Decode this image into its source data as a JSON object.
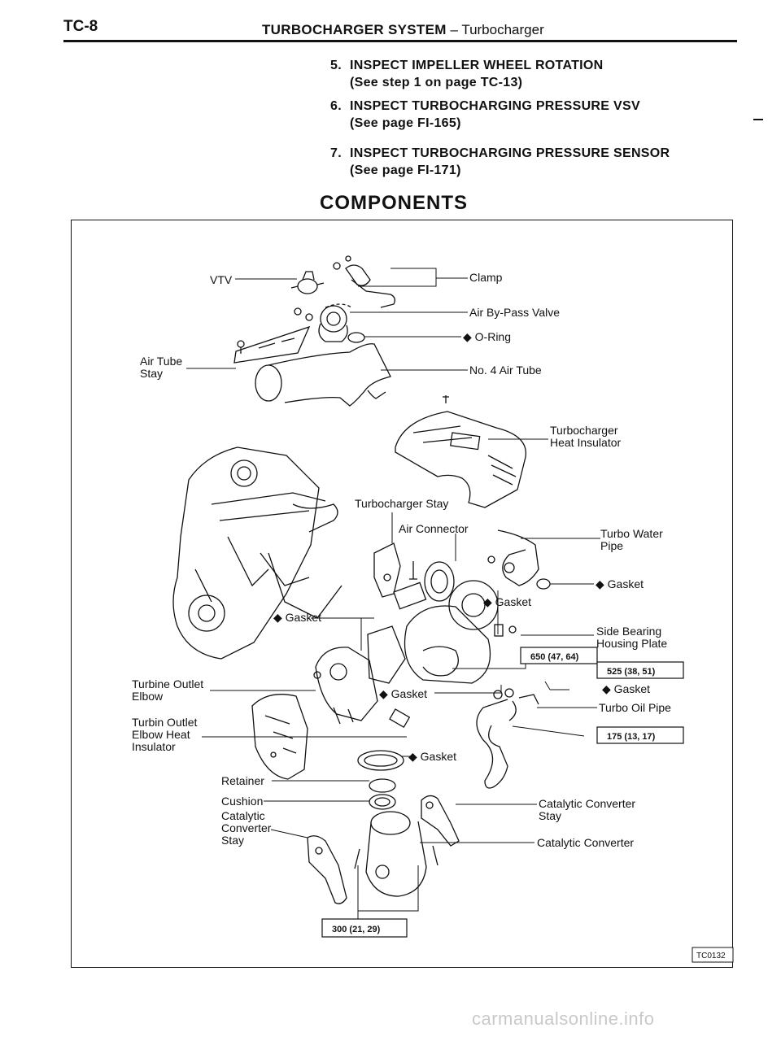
{
  "header": {
    "page_code": "TC-8",
    "section_bold": "TURBOCHARGER SYSTEM",
    "section_sep": " – ",
    "section_sub": "Turbocharger"
  },
  "steps": [
    {
      "num": "5.",
      "line1": "INSPECT IMPELLER WHEEL ROTATION",
      "line2": "(See step 1 on page TC-13)"
    },
    {
      "num": "6.",
      "line1": "INSPECT TURBOCHARGING PRESSURE VSV",
      "line2": "(See page FI-165)"
    },
    {
      "num": "7.",
      "line1": "INSPECT TURBOCHARGING PRESSURE SENSOR",
      "line2": "(See page FI-171)"
    }
  ],
  "components_title": "COMPONENTS",
  "labels": {
    "vtv": "VTV",
    "clamp": "Clamp",
    "air_bypass_valve": "Air By-Pass Valve",
    "o_ring": "◆ O-Ring",
    "air_tube_stay_1": "Air Tube",
    "air_tube_stay_2": "Stay",
    "no4_air_tube": "No. 4 Air Tube",
    "turbo_heat_insulator_1": "Turbocharger",
    "turbo_heat_insulator_2": "Heat Insulator",
    "turbocharger_stay": "Turbocharger Stay",
    "air_connector": "Air Connector",
    "turbo_water_pipe_1": "Turbo Water",
    "turbo_water_pipe_2": "Pipe",
    "gasket_water": "◆ Gasket",
    "gasket_turbo": "◆ Gasket",
    "gasket_left": "◆ Gasket",
    "side_bearing_1": "Side Bearing",
    "side_bearing_2": "Housing Plate",
    "turbine_outlet_elbow_1": "Turbine Outlet",
    "turbine_outlet_elbow_2": "Elbow",
    "gasket_elbow": "◆ Gasket",
    "gasket_oil": "◆ Gasket",
    "turbo_oil_pipe": "Turbo Oil Pipe",
    "turbin_outlet_heat_1": "Turbin Outlet",
    "turbin_outlet_heat_2": "Elbow Heat",
    "turbin_outlet_heat_3": "Insulator",
    "gasket_bottom": "◆ Gasket",
    "retainer": "Retainer",
    "cushion": "Cushion",
    "cat_conv_stay_left_1": "Catalytic",
    "cat_conv_stay_left_2": "Converter",
    "cat_conv_stay_left_3": "Stay",
    "cat_conv_stay_right_1": "Catalytic Converter",
    "cat_conv_stay_right_2": "Stay",
    "catalytic_converter": "Catalytic Converter"
  },
  "torques": {
    "t650": "650 (47, 64)",
    "t525": "525 (38, 51)",
    "t175": "175 (13, 17)",
    "t300": "300 (21, 29)"
  },
  "figure_code": "TC0132",
  "watermark": "carmanualsonline.info"
}
